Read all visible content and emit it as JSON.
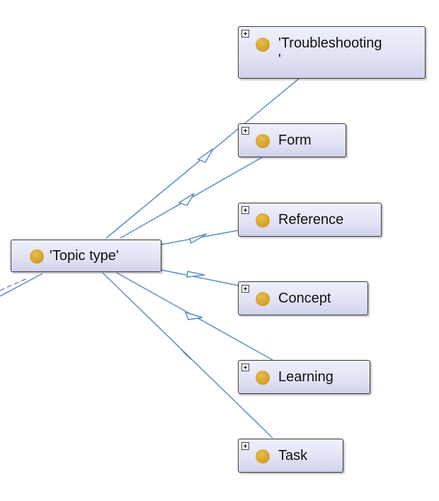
{
  "nodes": {
    "topic_type": {
      "label": "'Topic type'"
    },
    "troubleshooting": {
      "label": "'Troubleshooting",
      "label_line2": "'"
    },
    "form": {
      "label": "Form"
    },
    "reference": {
      "label": "Reference"
    },
    "concept": {
      "label": "Concept"
    },
    "learning": {
      "label": "Learning"
    },
    "task": {
      "label": "Task"
    }
  },
  "colors": {
    "edge": "#5b8ec4",
    "parent_edge": "#8a78e0",
    "class_icon": "#d6a22c"
  },
  "icons": {
    "expander": "plus-box-icon",
    "class": "class-circle-icon"
  }
}
